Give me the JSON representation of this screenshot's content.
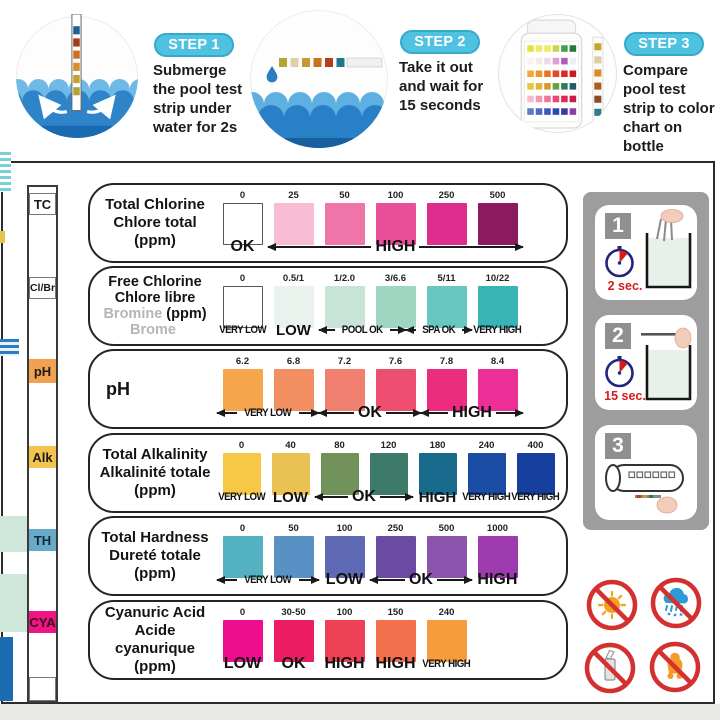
{
  "steps": [
    {
      "badge": "STEP 1",
      "lines": [
        "Submerge",
        "the pool test",
        "strip under",
        "water for 2s"
      ]
    },
    {
      "badge": "STEP 2",
      "lines": [
        "Take it out",
        "and wait for",
        "15 seconds"
      ]
    },
    {
      "badge": "STEP 3",
      "lines": [
        "Compare",
        "pool test",
        "strip to color",
        "chart on",
        "bottle"
      ]
    }
  ],
  "strip": {
    "pads": [
      {
        "label": "TC",
        "color": "#ffffff"
      },
      {
        "label": "Cl/Br",
        "color": "#ffffff"
      },
      {
        "label": "pH",
        "color": "#f2a24f"
      },
      {
        "label": "Alk",
        "color": "#f2c44e"
      },
      {
        "label": "TH",
        "color": "#66aac8"
      },
      {
        "label": "CYA",
        "color": "#ec1581"
      },
      {
        "label": "",
        "color": "#ffffff"
      }
    ]
  },
  "rows": {
    "tc": {
      "title1": "Total Chlorine",
      "title2": "Chlore total",
      "title3": "(ppm)",
      "values": [
        "0",
        "25",
        "50",
        "100",
        "250",
        "500"
      ],
      "colors": [
        "#ffffff",
        "#f8bdd5",
        "#ef74a8",
        "#ec4f99",
        "#dd2e8d",
        "#8c1a5f"
      ],
      "r1": "OK",
      "r2": "HIGH"
    },
    "fc": {
      "title1": "Free Chlorine",
      "title2": "Chlore libre",
      "title3a": "Bromine",
      "title3b": "(ppm)",
      "title4": "Brome",
      "values": [
        "0",
        "0.5/1",
        "1/2.0",
        "3/6.6",
        "5/11",
        "10/22"
      ],
      "colors": [
        "#ffffff",
        "#e9f2ec",
        "#c7e4d7",
        "#9ed6c1",
        "#68c7c1",
        "#39b3b3"
      ],
      "r1": "VERY LOW",
      "r2": "LOW",
      "r3": "POOL OK",
      "r4": "SPA OK",
      "r5": "VERY HIGH"
    },
    "ph": {
      "title1": "pH",
      "values": [
        "6.2",
        "6.8",
        "7.2",
        "7.6",
        "7.8",
        "8.4"
      ],
      "colors": [
        "#f5a54b",
        "#f28f60",
        "#f07f70",
        "#ee4f70",
        "#ec2d7d",
        "#ec2f96"
      ],
      "r1": "VERY LOW",
      "r2": "OK",
      "r3": "HIGH"
    },
    "alk": {
      "title1": "Total Alkalinity",
      "title2": "Alkalinité totale",
      "title3": "(ppm)",
      "values": [
        "0",
        "40",
        "80",
        "120",
        "180",
        "240",
        "400"
      ],
      "colors": [
        "#f7c846",
        "#eac253",
        "#70925a",
        "#3e7a6a",
        "#186b8c",
        "#1c4da5",
        "#173f9e"
      ],
      "r1": "VERY LOW",
      "r2": "LOW",
      "r3": "OK",
      "r4": "HIGH",
      "r5": "VERY HIGH",
      "r6": "VERY HIGH"
    },
    "th": {
      "title1": "Total Hardness",
      "title2": "Dureté totale",
      "title3": "(ppm)",
      "values": [
        "0",
        "50",
        "100",
        "250",
        "500",
        "1000"
      ],
      "colors": [
        "#53b1c2",
        "#5991c5",
        "#5e6ab3",
        "#6b4aa3",
        "#8c55ad",
        "#9c3aae"
      ],
      "r1": "VERY LOW",
      "r2": "LOW",
      "r3": "OK",
      "r4": "HIGH"
    },
    "cya": {
      "title1": "Cyanuric Acid",
      "title2": "Acide cyanurique",
      "title3": "(ppm)",
      "values": [
        "0",
        "30-50",
        "100",
        "150",
        "240"
      ],
      "colors": [
        "#ee0d8e",
        "#ed1d64",
        "#ef4156",
        "#f2714c",
        "#f59c3d"
      ],
      "r1": "LOW",
      "r2": "OK",
      "r3": "HIGH",
      "r4": "HIGH",
      "r5": "VERY HIGH"
    }
  },
  "panel": {
    "cards": [
      {
        "num": "1",
        "time": "2 sec."
      },
      {
        "num": "2",
        "time": "15 sec."
      },
      {
        "num": "3"
      }
    ]
  },
  "warnings": [
    {
      "icon": "no-sunlight-icon"
    },
    {
      "icon": "no-rain-icon"
    },
    {
      "icon": "no-open-bottle-icon"
    },
    {
      "icon": "no-children-icon"
    }
  ],
  "colors": {
    "step_badge": "#4fc2e2",
    "wave_light": "#6fb9e6",
    "wave_deep": "#2e84c8",
    "panel_gray": "#9d9d9d",
    "prohibit_red": "#d43030",
    "timer_red": "#d41c1c"
  }
}
